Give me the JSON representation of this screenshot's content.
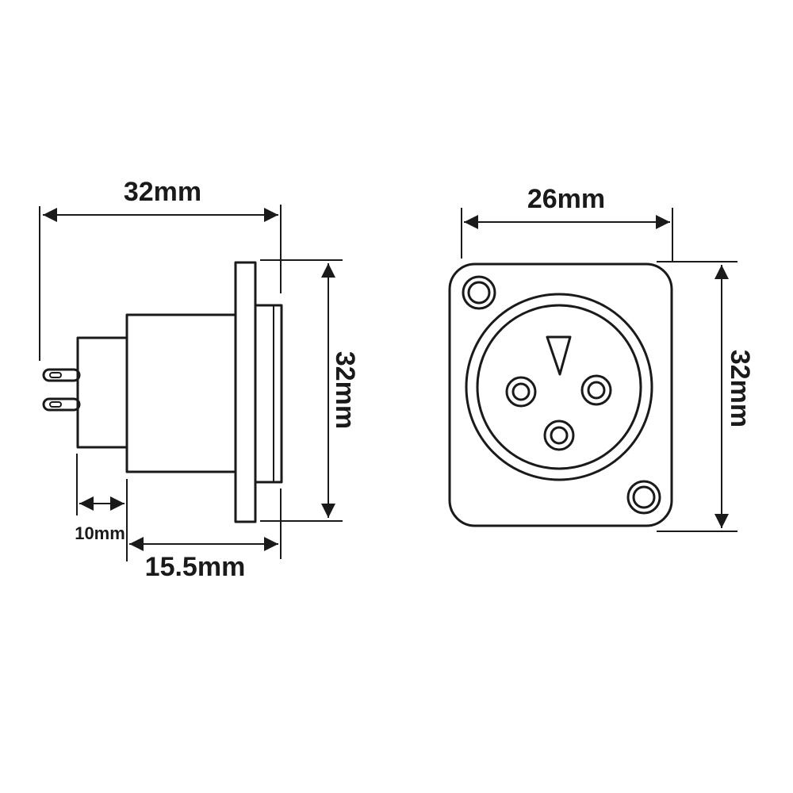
{
  "side_view": {
    "overall_width_label": "32mm",
    "height_label": "32mm",
    "pin_length_label": "10mm",
    "body_depth_label": "15.5mm"
  },
  "front_view": {
    "width_label": "26mm",
    "height_label": "32mm"
  },
  "colors": {
    "line": "#1a1a1a",
    "background": "#ffffff"
  }
}
